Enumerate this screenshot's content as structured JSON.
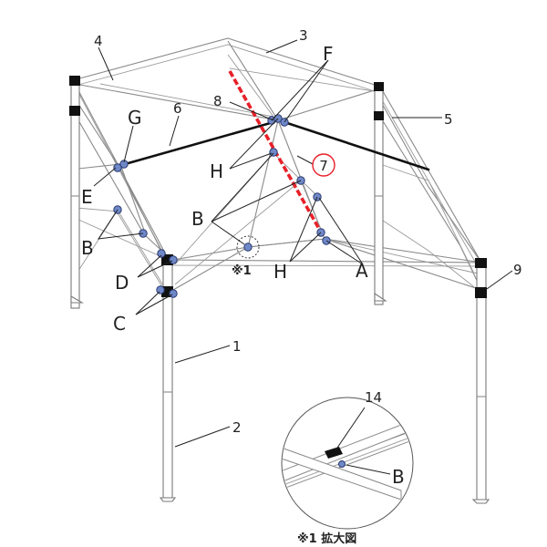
{
  "part_numbers": {
    "p1": "1",
    "p2": "2",
    "p3": "3",
    "p4": "4",
    "p5": "5",
    "p6": "6",
    "p7": "7",
    "p8": "8",
    "p9": "9",
    "p14": "14"
  },
  "letters": {
    "A": "A",
    "B_left": "B",
    "B_center": "B",
    "B_detail": "B",
    "C": "C",
    "D": "D",
    "E": "E",
    "F": "F",
    "G": "G",
    "H_left": "H",
    "H_right": "H"
  },
  "reference_mark": "※1",
  "detail_caption": "※1 拡大図",
  "colors": {
    "highlight_bar": "#e8202a",
    "callout_circle": "#e8202a",
    "joint_dot": "#6f88c8",
    "rope": "#111111",
    "frame": "#8a8a8a"
  }
}
